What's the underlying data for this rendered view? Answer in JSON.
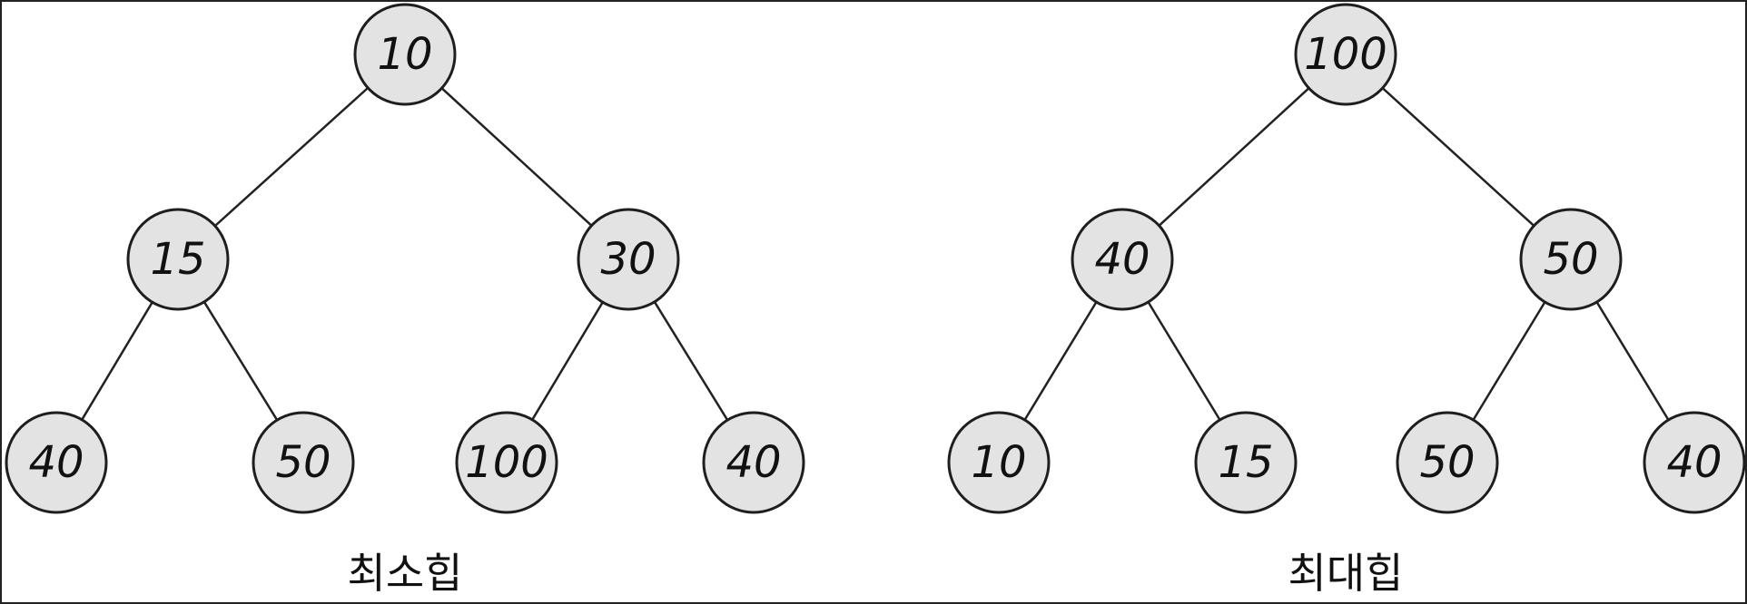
{
  "trees": [
    {
      "id": "min-heap",
      "caption": "최소힙",
      "nodes": [
        {
          "label": "10"
        },
        {
          "label": "15"
        },
        {
          "label": "30"
        },
        {
          "label": "40"
        },
        {
          "label": "50"
        },
        {
          "label": "100"
        },
        {
          "label": "40"
        }
      ]
    },
    {
      "id": "max-heap",
      "caption": "최대힙",
      "nodes": [
        {
          "label": "100"
        },
        {
          "label": "40"
        },
        {
          "label": "50"
        },
        {
          "label": "10"
        },
        {
          "label": "15"
        },
        {
          "label": "50"
        },
        {
          "label": "40"
        }
      ]
    }
  ],
  "colors": {
    "node_fill": "#e3e3e3",
    "node_stroke": "#1e1e1e",
    "edge": "#222222",
    "text": "#111111"
  }
}
